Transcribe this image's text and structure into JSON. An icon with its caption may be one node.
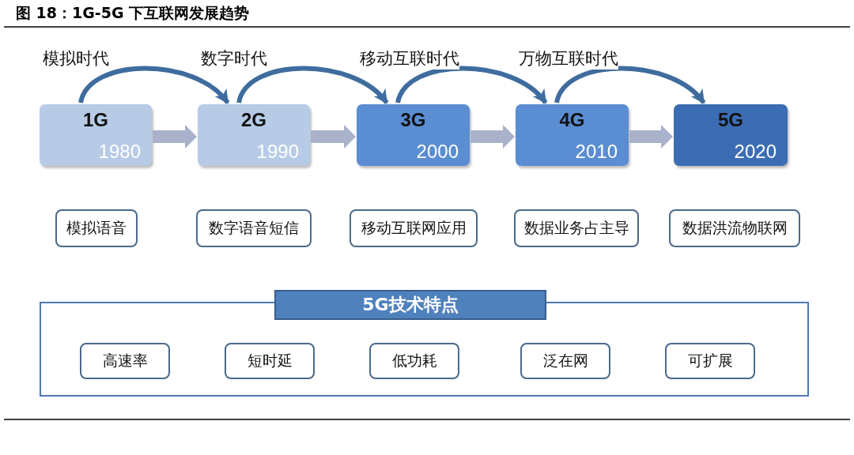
{
  "diagram": {
    "title": "图 18：1G-5G 下互联网发展趋势",
    "nodes": [
      {
        "text": [
          "1G",
          "1980"
        ]
      },
      {
        "text": [
          "2G",
          "1990"
        ]
      },
      {
        "text": [
          "3G",
          "2000"
        ]
      },
      {
        "text": [
          "4G",
          "2010"
        ]
      },
      {
        "text": [
          "5G",
          "2020"
        ]
      },
      {
        "text": [
          "模拟语音"
        ]
      },
      {
        "text": [
          "数字语音短信"
        ]
      },
      {
        "text": [
          "移动互联网应用"
        ]
      },
      {
        "text": [
          "数据业务占主导"
        ]
      },
      {
        "text": [
          "数据洪流物联网"
        ]
      },
      {
        "text": [
          "5G技术特点"
        ]
      },
      {
        "text": [
          "高速率"
        ],
        "in": 10
      },
      {
        "text": [
          "短时延"
        ],
        "in": 10
      },
      {
        "text": [
          "低功耗"
        ],
        "in": 10
      },
      {
        "text": [
          "泛在网"
        ],
        "in": 10
      },
      {
        "text": [
          "可扩展"
        ],
        "in": 10
      }
    ],
    "edges": [
      {
        "from": 0,
        "to": 1,
        "arrow": "to",
        "label": "模拟时代"
      },
      {
        "from": 1,
        "to": 2,
        "arrow": "to",
        "label": "数字时代"
      },
      {
        "from": 2,
        "to": 3,
        "arrow": "to",
        "label": "移动互联时代"
      },
      {
        "from": 3,
        "to": 4,
        "arrow": "to",
        "label": "万物互联时代"
      },
      {
        "from": 0,
        "to": 1,
        "arrow": "to",
        "style": "thick",
        "color": "#a9b2ca"
      },
      {
        "from": 1,
        "to": 2,
        "arrow": "to",
        "style": "thick",
        "color": "#a9b2ca"
      },
      {
        "from": 2,
        "to": 3,
        "arrow": "to",
        "style": "thick",
        "color": "#a9b2ca"
      },
      {
        "from": 3,
        "to": 4,
        "arrow": "to",
        "style": "thick",
        "color": "#a9b2ca"
      }
    ]
  }
}
